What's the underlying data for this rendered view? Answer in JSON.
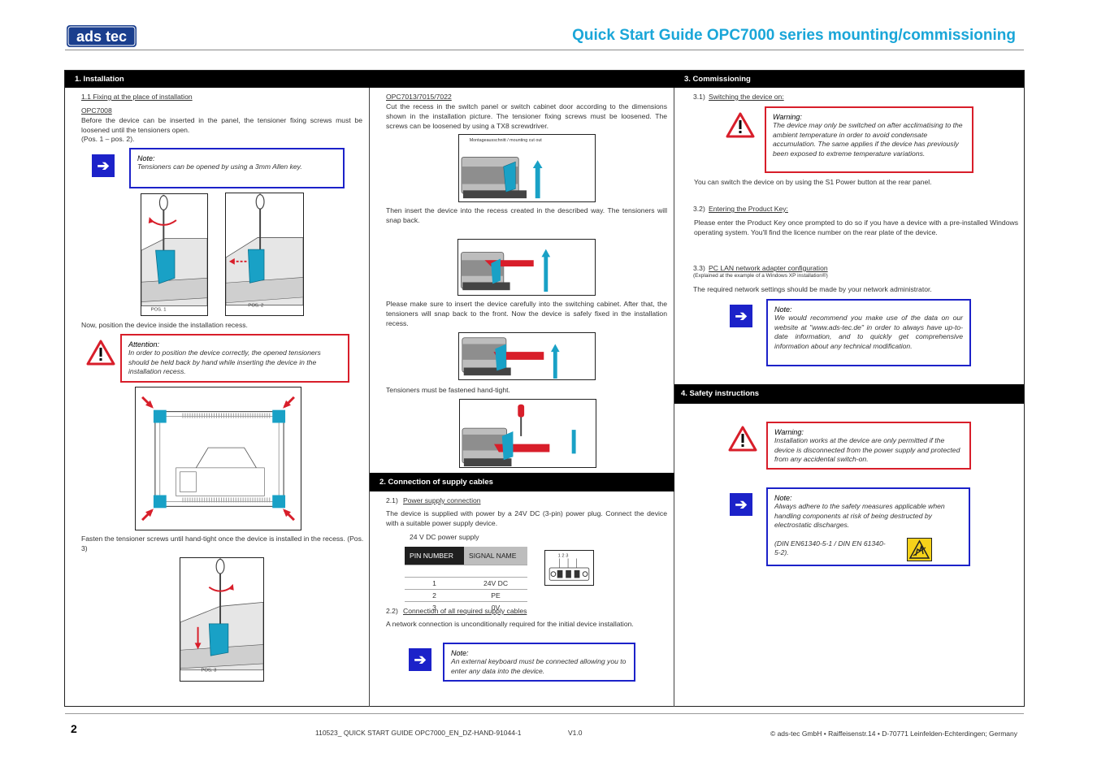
{
  "header": {
    "logo_text": "adstec",
    "title": "Quick Start Guide OPC7000 series mounting/commissioning"
  },
  "colors": {
    "accent": "#1aa6d8",
    "note_blue": "#1c22c9",
    "warn_red": "#d81e2a",
    "bar": "#000000"
  },
  "col1": {
    "heading": "1. Installation",
    "sub1": "1.1 Fixing at the place of installation",
    "model": "OPC7008",
    "para1": "Before the device can be inserted in the panel, the tensioner fixing screws must be loosened until the tensioners open.",
    "para1b": "(Pos. 1 – pos. 2).",
    "note1_head": "Note:",
    "note1_body": "Tensioners can be opened by using a 3mm Allen key.",
    "pos1": "POS. 1",
    "pos2": "POS. 2",
    "para2": "Now, position the device inside the installation recess.",
    "att_head": "Attention:",
    "att_body": "In order to position the device correctly, the opened tensioners should be held back by hand while inserting the device in the installation recess.",
    "para3": "Fasten the tensioner screws until hand-tight once the device is installed in the recess. (Pos. 3)",
    "pos3": "POS. 3"
  },
  "col2": {
    "models": "OPC7013/7015/7022",
    "para1": "Cut the recess in the switch panel or switch cabinet door according to the dimensions shown in the installation picture. The tensioner fixing screws must be loosened. The screws can be loosened by using a TX8 screwdriver.",
    "img_label": "Montageausschnitt / mounting cut out",
    "para2": "Then insert the device into the recess created in the described way. The tensioners will snap back.",
    "para3": "Please make sure to insert the device carefully into the switching cabinet. After that, the tensioners will snap back to the front. Now the device is safely fixed in the installation recess.",
    "para4": "Tensioners must be fastened hand-tight.",
    "heading2": "2.  Connection of supply cables",
    "sub21_num": "2.1)",
    "sub21": "Power supply connection",
    "para5": "The device is supplied with power by a 24V DC (3-pin) power plug. Connect the device with a suitable power supply device.",
    "table_caption": "24 V DC power supply",
    "table_head": [
      "PIN NUMBER",
      "SIGNAL NAME"
    ],
    "table_rows": [
      [
        "1",
        "24V DC"
      ],
      [
        "2",
        "PE"
      ],
      [
        "3",
        "0V"
      ]
    ],
    "plug_pins": "1  2  3",
    "sub22_num": "2.2)",
    "sub22": "Connection of all required supply cables",
    "para6": "A network connection is unconditionally required for the initial device installation.",
    "note_head": "Note:",
    "note_body": "An external keyboard must be connected allowing you to enter any data into the device."
  },
  "col3": {
    "heading": "3. Commissioning",
    "sub31_num": "3.1)",
    "sub31": "Switching the device on:",
    "warn1_head": "Warning:",
    "warn1_body": "The device may only be switched on after acclimatising to the ambient temperature in order to avoid condensate accumulation. The same applies if the device has previously been exposed to extreme temperature variations.",
    "para1": "You can switch the device on by using the S1 Power button at the rear panel.",
    "sub32_num": "3.2)",
    "sub32": "Entering the Product Key:",
    "para2": "Please enter the Product Key once prompted to do so if you have a device with a pre-installed Windows operating system. You'll find the licence number on the rear plate of the device.",
    "sub33_num": "3.3)",
    "sub33": "PC LAN network adapter configuration",
    "sub33_small": "(Explained at the example of a Windows XP installation®)",
    "para3": "The required network settings should be made by your network administrator.",
    "note1_head": "Note:",
    "note1_body": "We would recommend you make use of the data on our website at \"www.ads-tec.de\" in order to always have up-to-date information, and to quickly get comprehensive information about any technical modification.",
    "heading4": "4.  Safety instructions",
    "warn2_head": "Warning:",
    "warn2_body": "Installation works at the device are only permitted if the device is disconnected from the power supply and protected from any accidental switch-on.",
    "note2_head": "Note:",
    "note2_body": "Always adhere to the safety measures applicable when handling components at risk of being destructed by electrostatic discharges.",
    "note2_ref": "(DIN EN61340-5-1 / DIN EN 61340-5-2)."
  },
  "footer": {
    "page": "2",
    "docid": "110523_ QUICK START GUIDE OPC7000_EN_DZ-HAND-91044-1",
    "version": "V1.0",
    "copyright": "© ads-tec GmbH • Raiffeisenstr.14 • D-70771 Leinfelden-Echterdingen; Germany"
  }
}
